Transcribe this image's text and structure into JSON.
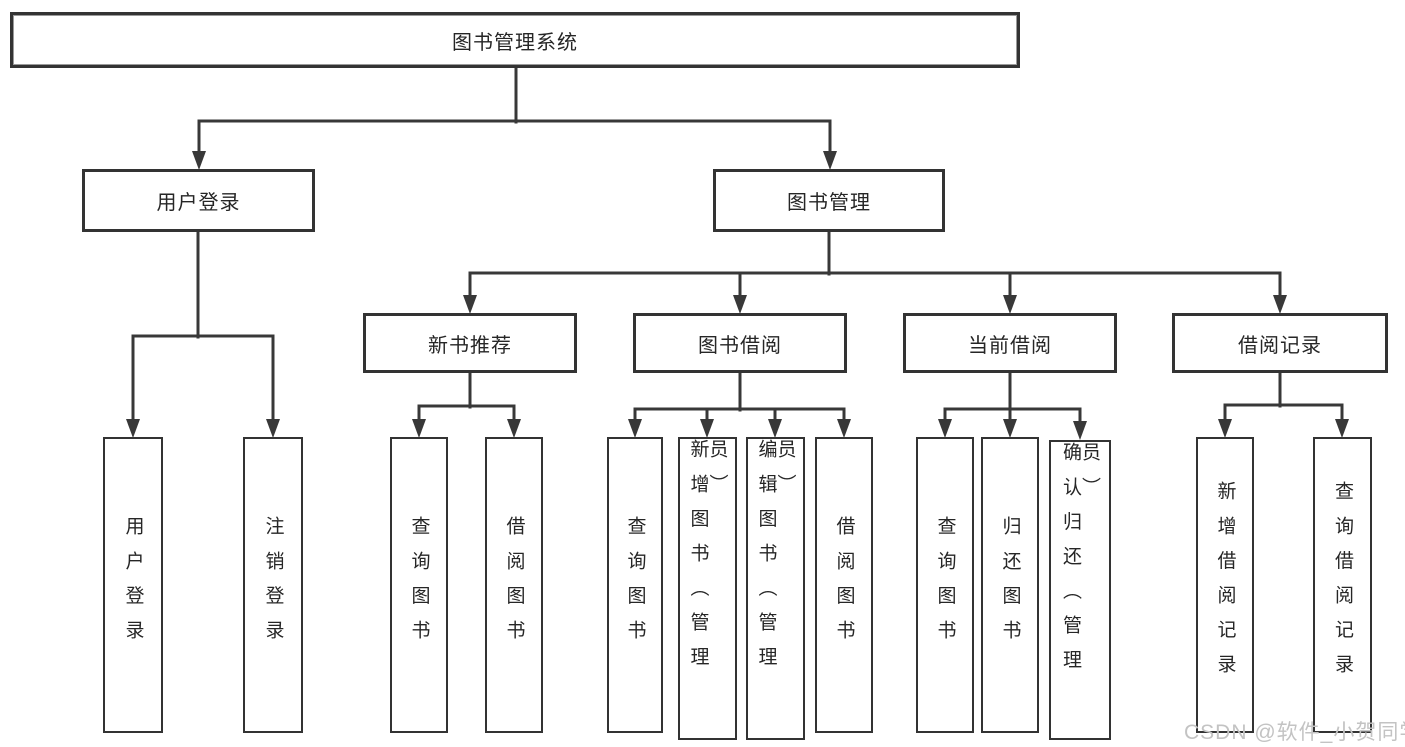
{
  "tree": {
    "root": {
      "label": "图书管理系统"
    },
    "branches": [
      {
        "label": "用户登录",
        "children": [
          {
            "label": "用户登录"
          },
          {
            "label": "注销登录"
          }
        ]
      },
      {
        "label": "图书管理",
        "sections": [
          {
            "label": "新书推荐",
            "children": [
              {
                "label": "查询图书"
              },
              {
                "label": "借阅图书"
              }
            ]
          },
          {
            "label": "图书借阅",
            "children": [
              {
                "label": "查询图书"
              },
              {
                "label": "新增图书（管理员）"
              },
              {
                "label": "编辑图书（管理员）"
              },
              {
                "label": "借阅图书"
              }
            ]
          },
          {
            "label": "当前借阅",
            "children": [
              {
                "label": "查询图书"
              },
              {
                "label": "归还图书"
              },
              {
                "label": "确认归还（管理员）"
              }
            ]
          },
          {
            "label": "借阅记录",
            "children": [
              {
                "label": "新增借阅记录"
              },
              {
                "label": "查询借阅记录"
              }
            ]
          }
        ]
      }
    ]
  },
  "watermark": {
    "text": "CSDN @软件_小贺同学"
  },
  "colors": {
    "line": "#383838",
    "border": "#333333",
    "text": "#262626",
    "watermark": "#c3c3c3",
    "background": "#ffffff"
  }
}
